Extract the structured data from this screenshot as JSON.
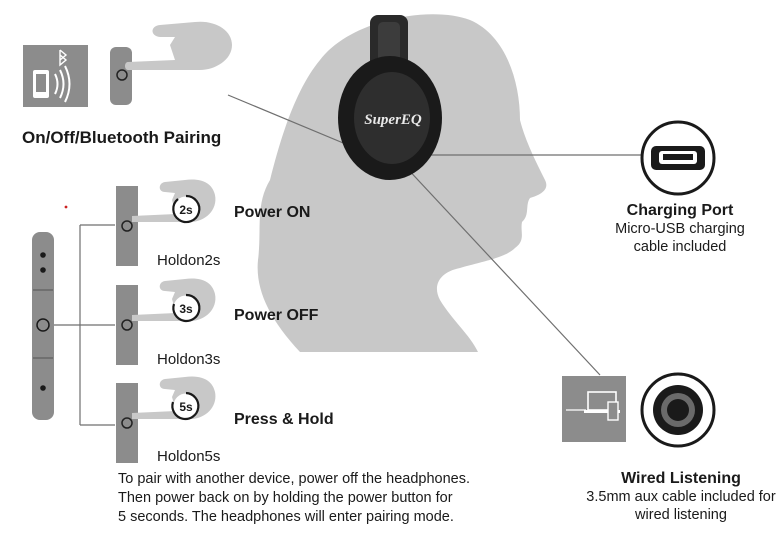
{
  "brand": {
    "logo_text": "SuperEQ"
  },
  "pairing": {
    "title": "On/Off/Bluetooth Pairing"
  },
  "steps": [
    {
      "seconds": "2s",
      "title": "Power ON",
      "hold_label": "Holdon2s"
    },
    {
      "seconds": "3s",
      "title": "Power OFF",
      "hold_label": "Holdon3s"
    },
    {
      "seconds": "5s",
      "title": "Press & Hold",
      "hold_label": "Holdon5s"
    }
  ],
  "pairing_note": {
    "lines": [
      "To pair with another device, power off the headphones.",
      "Then power back on by holding the power button for",
      "5 seconds. The headphones will enter pairing mode."
    ]
  },
  "charging": {
    "title": "Charging Port",
    "lines": [
      "Micro-USB charging",
      "cable included"
    ]
  },
  "wired": {
    "title": "Wired Listening",
    "lines": [
      "3.5mm aux cable included for",
      "wired listening"
    ]
  },
  "colors": {
    "silhouette": "#c8c8c8",
    "device_gray": "#8c8c8c",
    "headphone_dark": "#1e1e1e",
    "text": "#1a1a1a",
    "accent_dot": "#cc2222"
  },
  "icons": [
    "bluetooth-icon",
    "phone-icon",
    "signal-waves-icon",
    "finger-press-icon",
    "timer-icon",
    "micro-usb-port-icon",
    "aux-jack-icon",
    "laptop-icon",
    "headphone-icon"
  ]
}
